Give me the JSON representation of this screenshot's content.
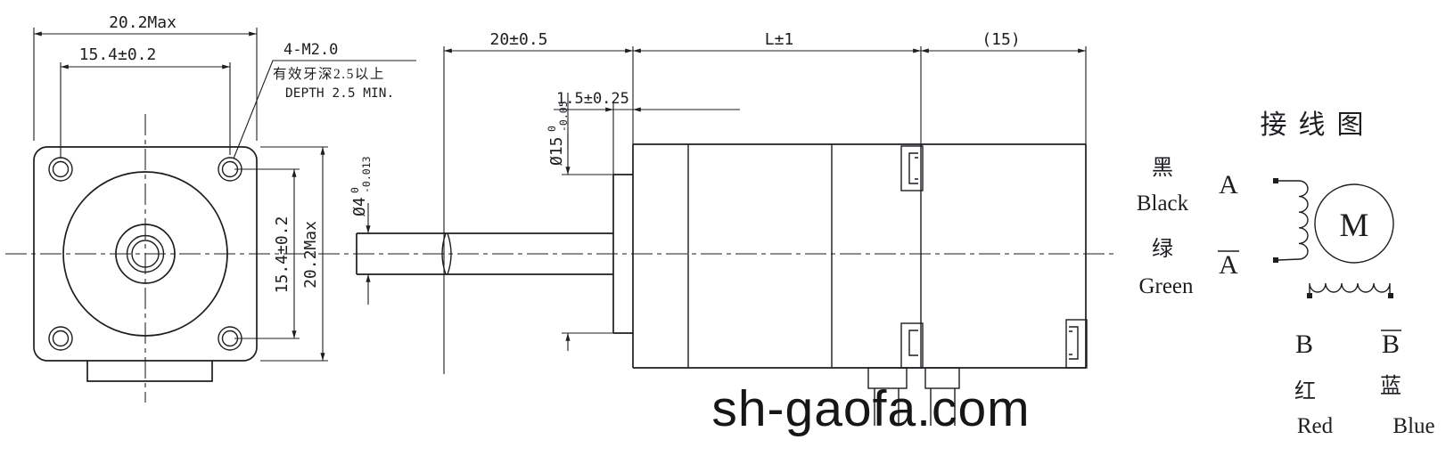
{
  "front_view": {
    "dim_width": "20.2Max",
    "dim_hole_spacing_h": "15.4±0.2",
    "dim_hole_spacing_v": "15.4±0.2",
    "dim_height": "20.2Max",
    "thread_note": {
      "line1": "4-M2.0",
      "line2": "有效牙深2.5以上",
      "line3": "DEPTH 2.5 MIN."
    }
  },
  "side_view": {
    "dim_shaft_length": "20±0.5",
    "dim_body_length": "L±1",
    "dim_rear_length": "(15)",
    "dim_pilot_height": "1.5±0.25",
    "dim_shaft_dia": {
      "nominal": "Ø4",
      "upper_tol": "0",
      "lower_tol": "-0.013"
    },
    "dim_pilot_dia": {
      "nominal": "Ø15",
      "upper_tol": "0",
      "lower_tol": "-0.05"
    }
  },
  "wiring_diagram": {
    "title": "接线图",
    "motor_label": "M",
    "lead_a": {
      "cn": "黑",
      "en": "Black",
      "phase": "A"
    },
    "lead_a_bar": {
      "cn": "绿",
      "en": "Green",
      "phase": "A"
    },
    "lead_b": {
      "cn": "红",
      "en": "Red",
      "phase": "B"
    },
    "lead_b_bar": {
      "cn": "蓝",
      "en": "Blue",
      "phase": "B"
    }
  },
  "watermark": "sh-gaofa.com"
}
